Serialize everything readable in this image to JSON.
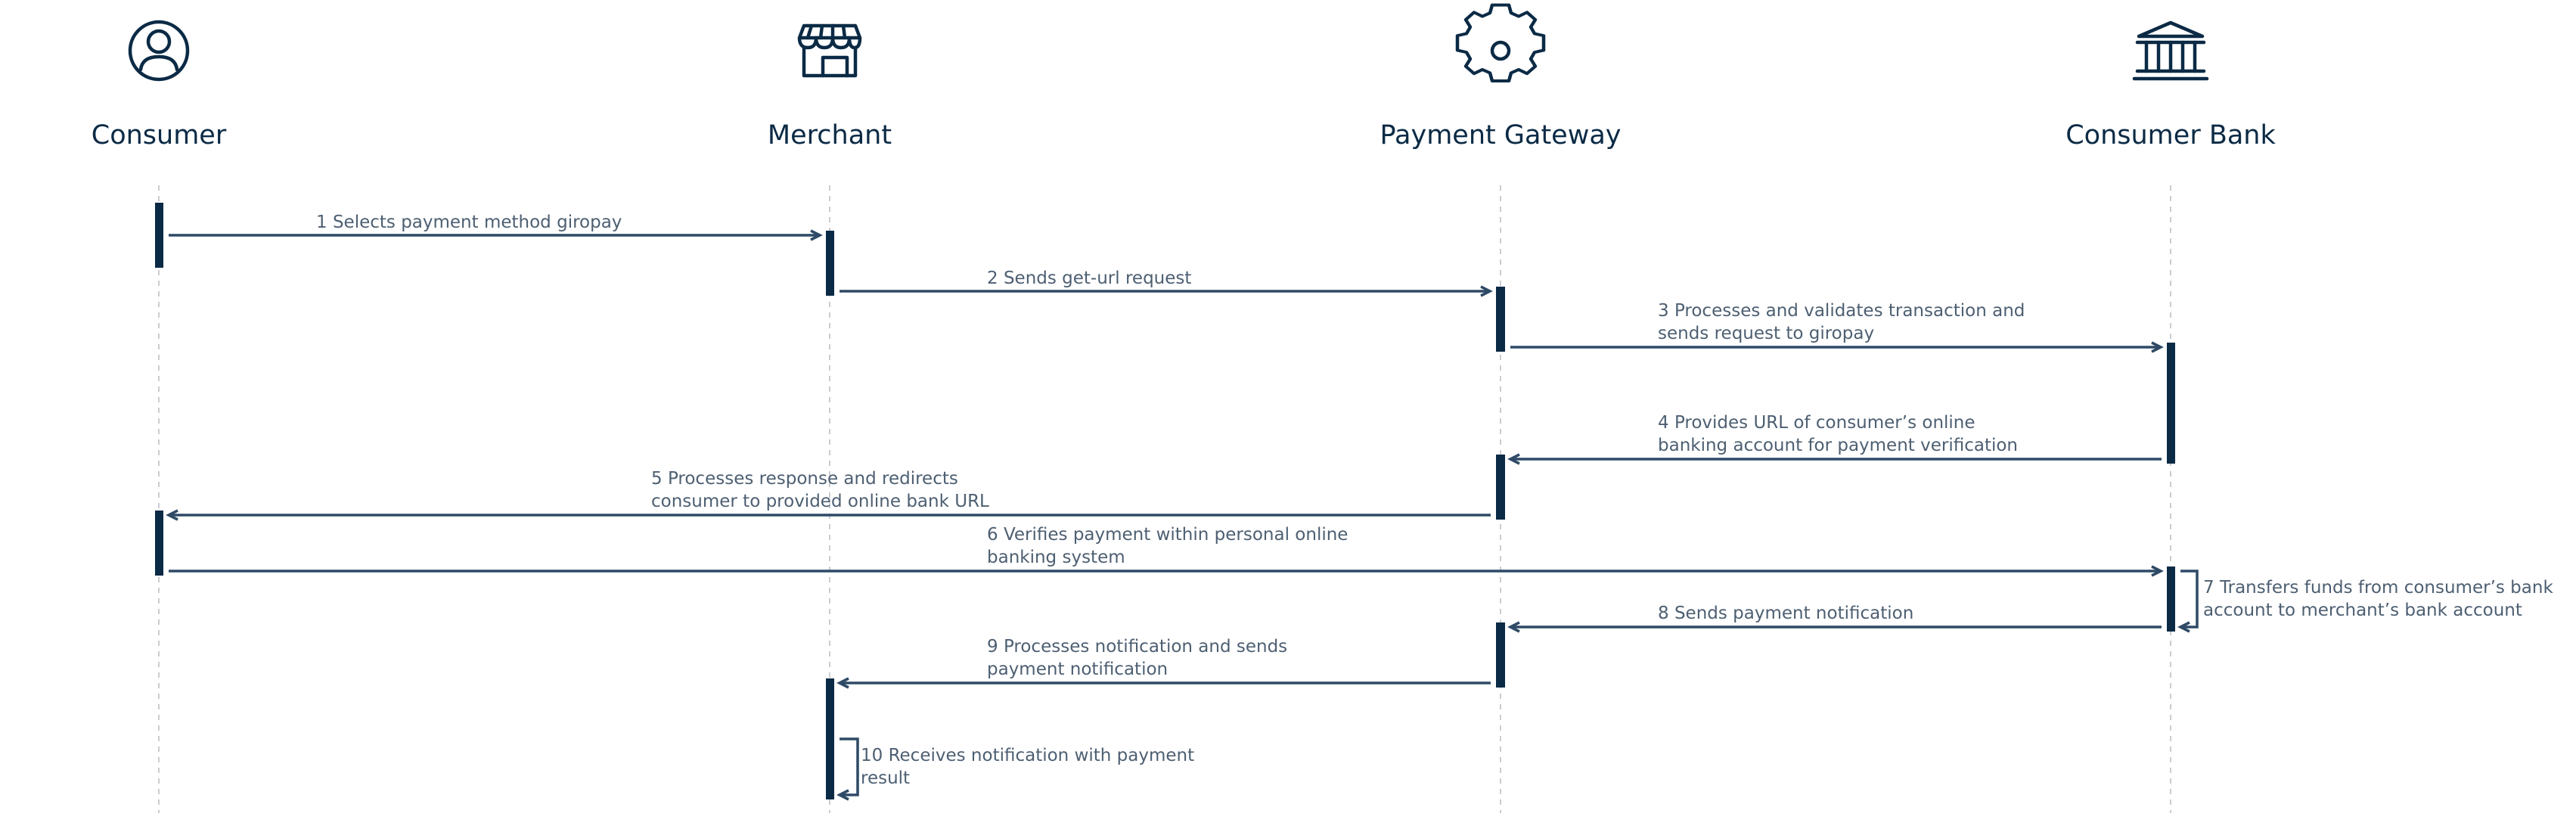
{
  "actors": [
    {
      "id": "consumer",
      "label": "Consumer",
      "icon": "user-circle-icon"
    },
    {
      "id": "merchant",
      "label": "Merchant",
      "icon": "storefront-icon"
    },
    {
      "id": "gateway",
      "label": "Payment Gateway",
      "icon": "gear-icon"
    },
    {
      "id": "bank",
      "label": "Consumer Bank",
      "icon": "bank-building-icon"
    }
  ],
  "messages": [
    {
      "from": "consumer",
      "to": "merchant",
      "lines": [
        "1 Selects payment method giropay"
      ]
    },
    {
      "from": "merchant",
      "to": "gateway",
      "lines": [
        "2 Sends get-url request"
      ]
    },
    {
      "from": "gateway",
      "to": "bank",
      "lines": [
        "3 Processes and validates transaction and",
        "sends request to giropay"
      ]
    },
    {
      "from": "bank",
      "to": "gateway",
      "lines": [
        "4 Provides URL of consumer’s online",
        "banking account for payment verification"
      ]
    },
    {
      "from": "gateway",
      "to": "consumer",
      "lines": [
        "5 Processes response and redirects",
        "consumer to provided online bank URL"
      ]
    },
    {
      "from": "consumer",
      "to": "bank",
      "lines": [
        "6 Verifies payment within personal online",
        "banking system"
      ]
    },
    {
      "from": "bank",
      "to": "bank",
      "lines": [
        "7 Transfers funds from consumer’s bank",
        "account to merchant’s bank account"
      ]
    },
    {
      "from": "bank",
      "to": "gateway",
      "lines": [
        "8 Sends payment notification"
      ]
    },
    {
      "from": "gateway",
      "to": "merchant",
      "lines": [
        "9 Processes notification and sends",
        "payment notification"
      ]
    },
    {
      "from": "merchant",
      "to": "merchant",
      "lines": [
        "10 Receives notification with payment",
        "result"
      ]
    }
  ]
}
